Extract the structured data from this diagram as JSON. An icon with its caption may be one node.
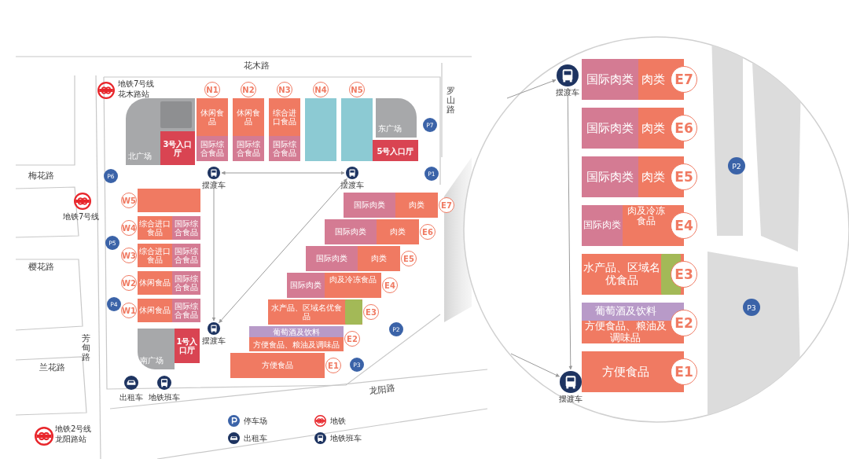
{
  "diagram": {
    "nodes": [
      {
        "text": [
          "北广场"
        ]
      },
      {
        "text": [],
        "shape": "box",
        "in": 0
      },
      {
        "text": [
          "3号入口厅"
        ],
        "in": 0
      },
      {
        "text": [
          "N1",
          "休闲食品",
          "国际综合食品"
        ]
      },
      {
        "text": [
          "N2",
          "休闲食品",
          "国际综合食品"
        ]
      },
      {
        "text": [
          "N3",
          "综合进口食品",
          "国际综合食品"
        ]
      },
      {
        "text": [
          "N4"
        ]
      },
      {
        "text": [
          "N5"
        ]
      },
      {
        "text": [
          "东广场"
        ]
      },
      {
        "text": [
          "5号入口厅"
        ]
      },
      {
        "text": [
          "W5"
        ]
      },
      {
        "text": [
          "W4",
          "综合进口食品",
          "国际综合食品"
        ]
      },
      {
        "text": [
          "W3",
          "综合进口食品",
          "国际综合食品"
        ]
      },
      {
        "text": [
          "W2",
          "休闲食品",
          "国际综合食品"
        ]
      },
      {
        "text": [
          "W1",
          "休闲食品",
          "国际综合食品"
        ]
      },
      {
        "text": [
          "南广场"
        ]
      },
      {
        "text": [
          "1号入口厅"
        ]
      },
      {
        "text": [
          "国际肉类",
          "肉类",
          "E7"
        ]
      },
      {
        "text": [
          "国际肉类",
          "肉类",
          "E6"
        ]
      },
      {
        "text": [
          "国际肉类",
          "肉类",
          "E5"
        ]
      },
      {
        "text": [
          "国际肉类",
          "肉及冷冻食品",
          "E4"
        ]
      },
      {
        "text": [
          "水产品、区域名优食品",
          "E3"
        ]
      },
      {
        "text": [],
        "shape": "box",
        "in": 21
      },
      {
        "text": [
          "葡萄酒及饮料",
          "方便食品、粮油及调味品",
          "E2"
        ]
      },
      {
        "text": [
          "方便食品",
          "E1"
        ]
      },
      {
        "text": [],
        "shape": "picture",
        "beside": [
          "摆渡车"
        ]
      },
      {
        "text": [],
        "shape": "picture",
        "beside": [
          "摆渡车"
        ]
      },
      {
        "text": [],
        "shape": "picture",
        "beside": [
          "摆渡车"
        ]
      },
      {
        "text": [
          "国际肉类",
          "肉类",
          "E7"
        ]
      },
      {
        "text": [
          "国际肉类",
          "肉类",
          "E6"
        ]
      },
      {
        "text": [
          "国际肉类",
          "肉类",
          "E5"
        ]
      },
      {
        "text": [
          "国际肉类",
          "肉及冷冻食品",
          "E4"
        ]
      },
      {
        "text": [
          "水产品、区域名优食品",
          "E3"
        ]
      },
      {
        "text": [],
        "shape": "box",
        "in": 32
      },
      {
        "text": [
          "葡萄酒及饮料",
          "方便食品、粮油及调味品",
          "E2"
        ]
      },
      {
        "text": [
          "方便食品",
          "E1"
        ]
      },
      {
        "text": [],
        "shape": "picture",
        "beside": [
          "摆渡车"
        ]
      },
      {
        "text": [],
        "shape": "picture",
        "beside": [
          "摆渡车"
        ]
      }
    ],
    "edges": [
      {
        "from": 25,
        "to": 26,
        "arrow": "both"
      },
      {
        "from": 25,
        "to": 27,
        "arrow": "both"
      },
      {
        "from": 27,
        "to": 26,
        "arrow": "both"
      },
      {
        "from": 36,
        "to": 37,
        "arrow": "both"
      },
      {
        "from": null,
        "to": 36,
        "arrow": "to"
      },
      {
        "from": null,
        "to": 37,
        "arrow": "to"
      }
    ],
    "labels": [
      "花木路",
      "地铁7号线花木路站",
      "P6",
      "梅花路",
      "地铁7号线",
      "P7",
      "P5",
      "P1",
      "樱花路",
      "P4",
      "罗山路",
      "P2",
      "芳甸路",
      "P3",
      "兰花路",
      "出租车",
      "地铁班车",
      "龙阳路",
      "地铁2号线龙阳路站",
      "P2",
      "P3"
    ],
    "legend": [
      {
        "text": "停车场"
      },
      {
        "text": "出租车"
      },
      {
        "text": "地铁"
      },
      {
        "text": "地铁班车"
      }
    ]
  }
}
